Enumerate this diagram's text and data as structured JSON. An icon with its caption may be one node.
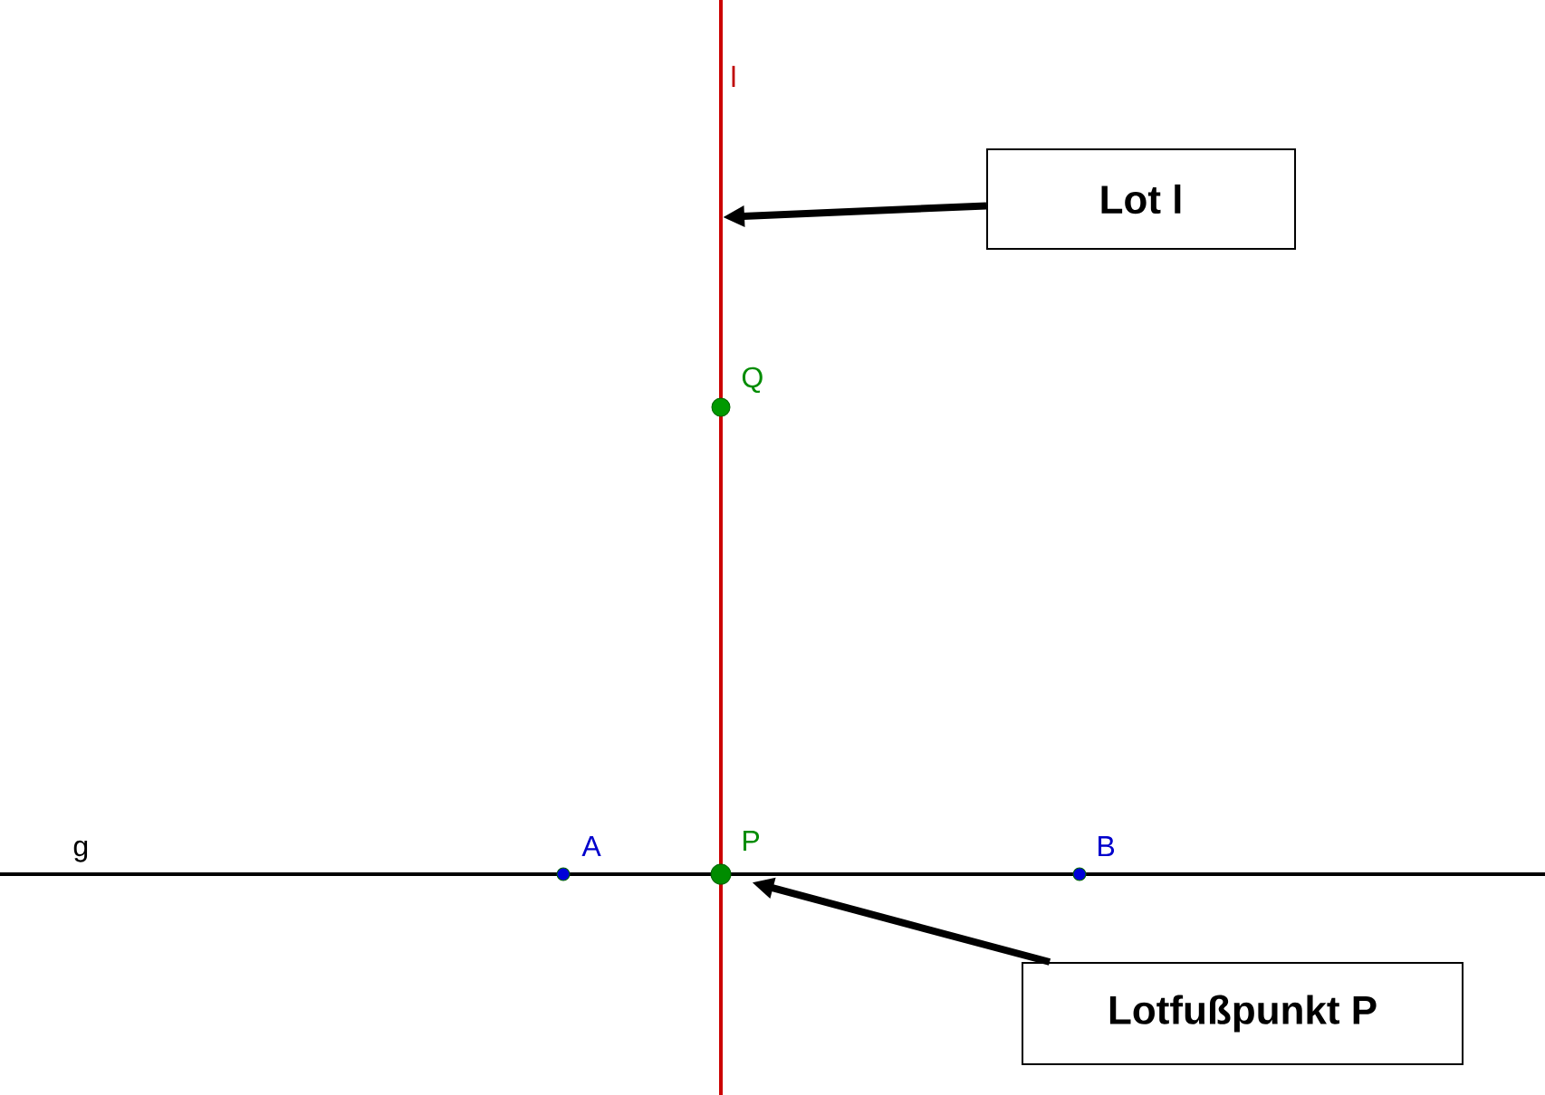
{
  "diagram": {
    "nodes": [
      {
        "text": [
          "Lot l"
        ]
      },
      {
        "text": [
          "Lotfußpunkt P"
        ]
      },
      {
        "text": [],
        "shape": "circle"
      }
    ],
    "edges": [
      {
        "from": 0,
        "to": null,
        "arrow": "to"
      },
      {
        "from": 1,
        "to": 2,
        "arrow": "to"
      }
    ],
    "labels": [
      "l",
      "Q",
      "g",
      "A",
      "P",
      "B"
    ]
  }
}
